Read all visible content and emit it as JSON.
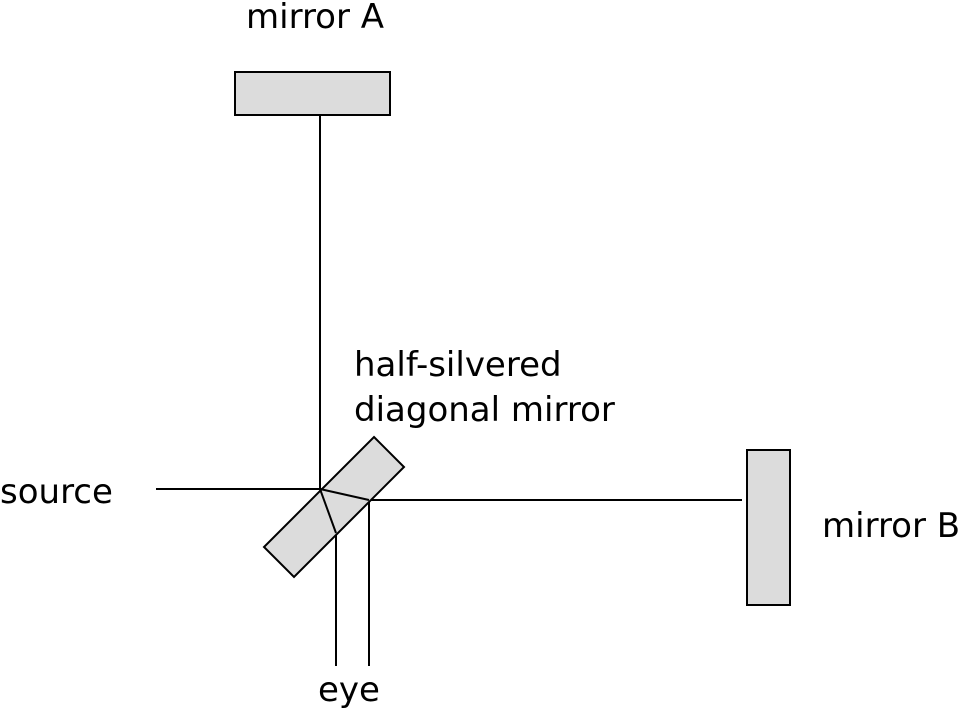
{
  "labels": {
    "mirror_a": "mirror A",
    "mirror_b": "mirror B",
    "splitter_line1": "half-silvered",
    "splitter_line2": "diagonal mirror",
    "source": "source",
    "eye": "eye"
  },
  "colors": {
    "mirror_fill": "#dcdcdc",
    "stroke": "#000000",
    "background": "#ffffff"
  }
}
